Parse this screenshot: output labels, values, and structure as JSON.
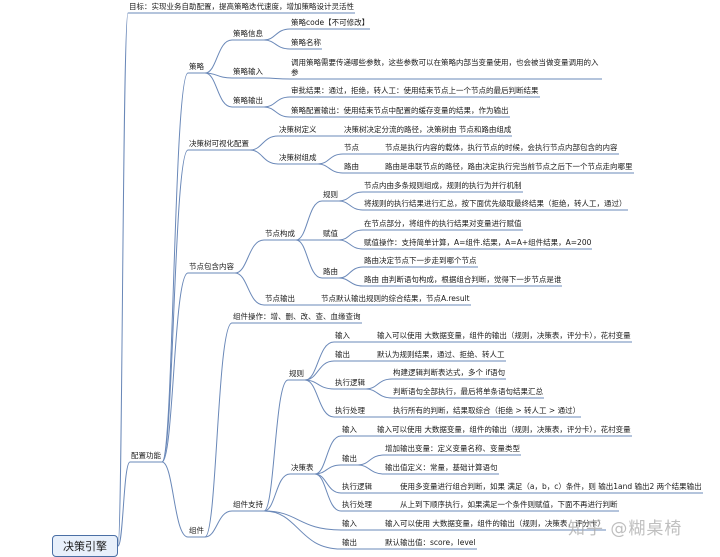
{
  "root": "决策引擎",
  "watermark": "知乎 @糊桌椅",
  "goal": "目标：实现业务自助配置，提高策略迭代速度，增加策略设计灵活性",
  "n": {
    "peizhi": "配置功能",
    "celue": "策略",
    "clxx": "策略信息",
    "code": "策略code【不可修改】",
    "mingcheng": "策略名称",
    "clsr": "策略输入",
    "clsr_d": "调用策略需要传递哪些参数，这些参数可以在策略内部当变量使用，也会被当做变量调用的入参",
    "clsc": "策略输出",
    "spjg": "审批结果：通过，拒绝，转人工：使用结束节点上一个节点的最后判断结果",
    "clpz": "策略配置输出：使用结束节点中配置的缓存变量的结果，作为输出",
    "jcs": "决策树可视化配置",
    "jcsdy": "决策树定义",
    "jcsdy_d": "决策树决定分流的路径，决策树由 节点和路由组成",
    "jcszc": "决策树组成",
    "jd": "节点",
    "jd_d": "节点是执行内容的载体，执行节点的时候，会执行节点内部包含的内容",
    "ly": "路由",
    "ly_d": "路由是串联节点的路径，路由决定执行完当前节点之后下一个节点走向哪里",
    "jdbh": "节点包含内容",
    "jdgc": "节点构成",
    "gz": "规则",
    "gz1": "节点内由多条规则组成，规则的执行为并行机制",
    "gz2": "将规则的执行结果进行汇总，按下面优先级取最终结果（拒绝，转人工，通过）",
    "fz": "赋值",
    "fz1": "在节点部分，将组件的执行结果对变量进行赋值",
    "fz2": "赋值操作：支持简单计算，A=组件.结果，A=A+组件结果，A=200",
    "ly2": "路由",
    "ly2a": "路由决定节点下一步走到哪个节点",
    "ly2b": "路由 由判断语句构成，根据组合判断，觉得下一步节点是谁",
    "jdsc": "节点输出",
    "jdsc_d": "节点默认输出规则的综合结果，节点A.result",
    "zujian": "组件",
    "zjcz": "组件操作：增、删、改、查、血缘查询",
    "zjzc": "组件支持",
    "rule": "规则",
    "r_sr": "输入",
    "r_sr_d": "输入可以使用 大数据变量，组件的输出（规则，决策表，评分卡），花村变量",
    "r_sc": "输出",
    "r_sc_d": "默认为规则结果，通过、拒绝、转人工",
    "r_zxlj": "执行逻辑",
    "r_zxlj1": "构建逻辑判断表达式，多个 if语句",
    "r_zxlj2": "判断语句全部执行，最后将单条语句结果汇总",
    "r_zxcl": "执行处理",
    "r_zxcl_d": "执行所有的判断，结果取综合（拒绝 > 转人工 > 通过）",
    "jcb": "决策表",
    "t_sr": "输入",
    "t_sr_d": "输入可以使用 大数据变量，组件的输出（规则，决策表，评分卡），花村变量",
    "t_sc": "输出",
    "t_sc1": "增加输出变量：定义变量名称、变量类型",
    "t_sc2": "输出值定义：常量，基础计算语句",
    "t_zxlj": "执行逻辑",
    "t_zxlj_d": "使用多变量进行组合判断，如果 满足（a，b，c）条件，则 输出1and 输出2 两个结果输出",
    "t_zxcl": "执行处理",
    "t_zxcl_d": "从上到下顺序执行，如果满足一个条件则赋值，下面不再进行判断",
    "s_sr": "输入",
    "s_sr_d": "输入可以使用 大数据变量，组件的输出（规则，决策表，评分卡）",
    "s_sc": "输出",
    "s_sc_d": "默认输出值：score，level"
  }
}
